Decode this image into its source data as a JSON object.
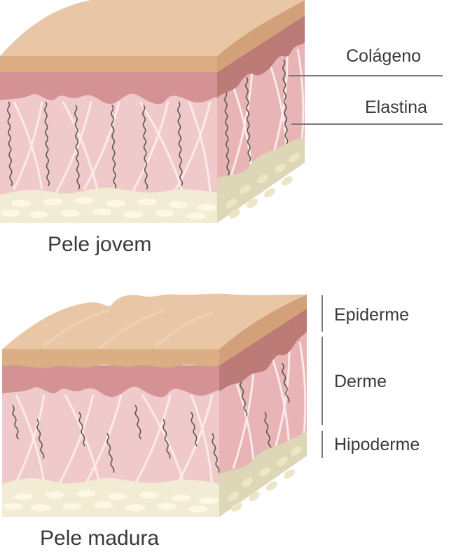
{
  "labels": {
    "collagen": "Colágeno",
    "elastin": "Elastina",
    "epidermis": "Epiderme",
    "dermis": "Derme",
    "hypodermis": "Hipoderme"
  },
  "captions": {
    "young": "Pele jovem",
    "mature": "Pele madura"
  },
  "colors": {
    "epidermis_top": "#e9c6a5",
    "epidermis_front": "#dbae84",
    "epidermis_side": "#d2a17a",
    "dermis_band_front": "#d49294",
    "dermis_band_side": "#bd7b78",
    "dermis_front": "#f0caca",
    "dermis_side": "#e8b4b5",
    "hypodermis_front": "#f2ecd4",
    "hypodermis_side": "#ddd7b8",
    "fat_cell": "#fdf7e3",
    "elastin_fiber": "#5e5a50",
    "collagen_fiber": "#fbeaea"
  }
}
